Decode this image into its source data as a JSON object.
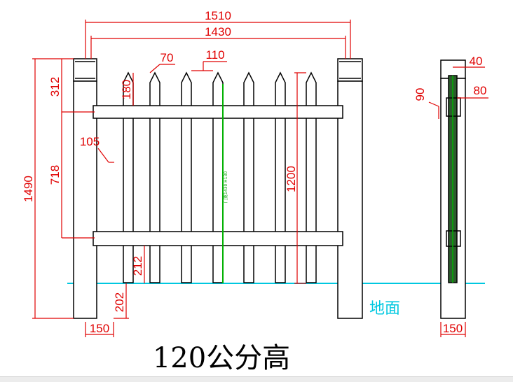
{
  "title": "120公分高",
  "ground_label": "地面",
  "gate_note": "门宽1430 H130",
  "dimensions": {
    "overall_width": "1510",
    "inner_width": "1430",
    "picket_width": "70",
    "picket_gap": "110",
    "tip_height": "180",
    "post_top": "312",
    "overall_height": "1490",
    "rail_spacing": "718",
    "rail_offset": "105",
    "picket_height": "1200",
    "bottom_gap": "212",
    "below_ground": "202",
    "post_width_left": "150",
    "side_top_width": "40",
    "side_rail": "80",
    "side_offset": "90",
    "post_width_side": "150"
  },
  "colors": {
    "line": "#000000",
    "dimension": "#e00000",
    "ground": "#00c8e0",
    "green": "#00b000"
  }
}
